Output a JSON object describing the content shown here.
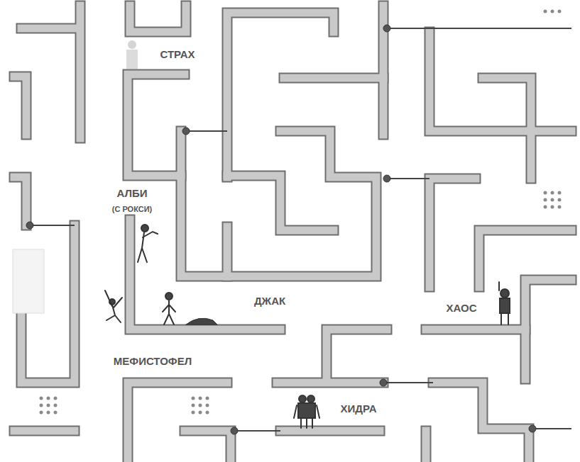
{
  "diagram": {
    "labels": [
      "СТРАХ",
      "АЛБИ",
      "(С РОКСИ)",
      "ДЖАК",
      "ХАОС",
      "МЕФИСТОФЕЛ",
      "ХИДРА"
    ]
  }
}
